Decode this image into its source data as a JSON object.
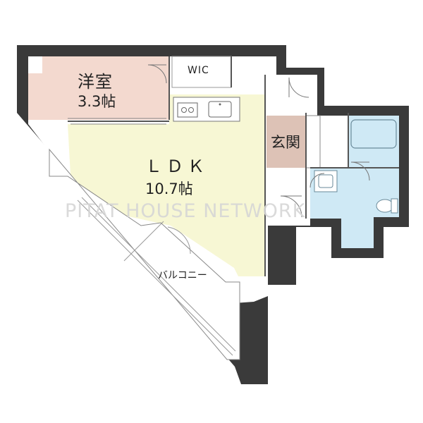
{
  "rooms": {
    "western": {
      "name": "洋室",
      "size": "3.3帖"
    },
    "wic": {
      "name": "WIC"
    },
    "entrance": {
      "name": "玄関"
    },
    "ldk": {
      "name": "ＬＤＫ",
      "size": "10.7帖"
    },
    "balcony": {
      "name": "バルコニー"
    }
  },
  "watermark": "PITAT HOUSE NETWORK",
  "colors": {
    "wall": "#3a3a3a",
    "western": "#f3d9cf",
    "ldk": "#f7f7d4",
    "entrance": "#ddc2b6",
    "bath": "#cfe9f5",
    "floor": "#ffffff"
  }
}
